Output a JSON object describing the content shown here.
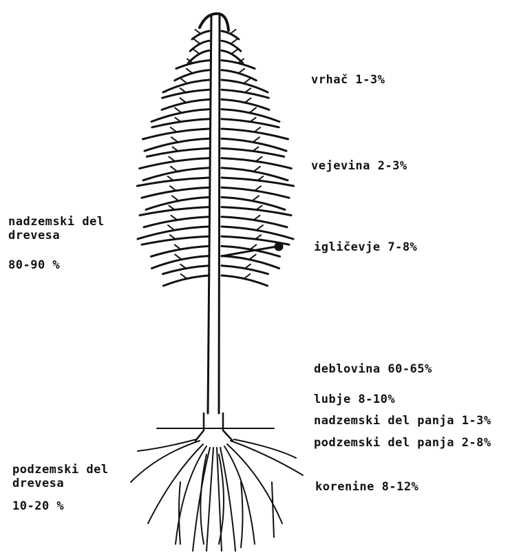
{
  "labels": {
    "above_ground_title": "nadzemski del",
    "above_ground_title2": "drevesa",
    "above_ground_pct": "80-90 %",
    "below_ground_title": "podzemski del",
    "below_ground_title2": "drevesa",
    "below_ground_pct": "10-20 %",
    "top": "vrhač  1-3%",
    "branches": "vejevina 2-3%",
    "needles": "igličevje 7-8%",
    "stemwood": "deblovina 60-65%",
    "bark": "lubje 8-10%",
    "stump_above": "nadzemski del panja 1-3%",
    "stump_below": "podzemski del panja 2-8%",
    "roots": "korenine 8-12%"
  },
  "colors": {
    "ink": "#111111",
    "background": "#ffffff"
  }
}
